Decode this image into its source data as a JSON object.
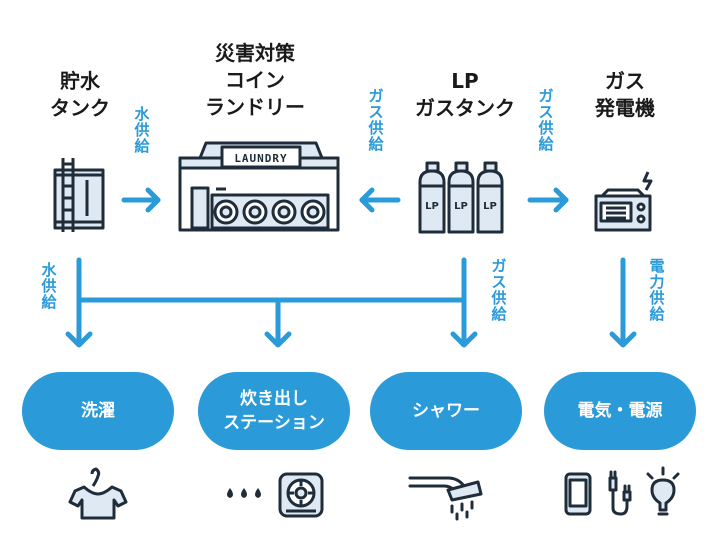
{
  "colors": {
    "accent": "#2a9ad9",
    "ink": "#1f2d3a",
    "icon_fill": "#dfe9f3"
  },
  "sources": {
    "tank": {
      "line1": "貯水",
      "line2": "タンク",
      "icon": "water-tank-icon"
    },
    "laundry": {
      "line1": "災害対策",
      "line2": "コイン",
      "line3": "ランドリー",
      "sign": "LAUNDRY",
      "icon": "laundry-building-icon"
    },
    "lp_gas": {
      "line1": "LP",
      "line2": "ガスタンク",
      "icon": "gas-cylinders-icon",
      "cylinder_label": "LP"
    },
    "generator": {
      "line1": "ガス",
      "line2": "発電機",
      "icon": "generator-icon"
    }
  },
  "flows": {
    "tank_to_laundry": "水供給",
    "gas_to_laundry": "ガス供給",
    "gas_to_generator": "ガス供給",
    "tank_down": "水供給",
    "gas_down": "ガス供給",
    "generator_down": "電力供給"
  },
  "uses": [
    {
      "line1": "洗濯",
      "line2": "",
      "icon": "tshirt-icon"
    },
    {
      "line1": "炊き出し",
      "line2": "ステーション",
      "icon": "stove-icon"
    },
    {
      "line1": "シャワー",
      "line2": "",
      "icon": "shower-icon"
    },
    {
      "line1": "電気・電源",
      "line2": "",
      "icon": "phone-plug-bulb-icon"
    }
  ]
}
